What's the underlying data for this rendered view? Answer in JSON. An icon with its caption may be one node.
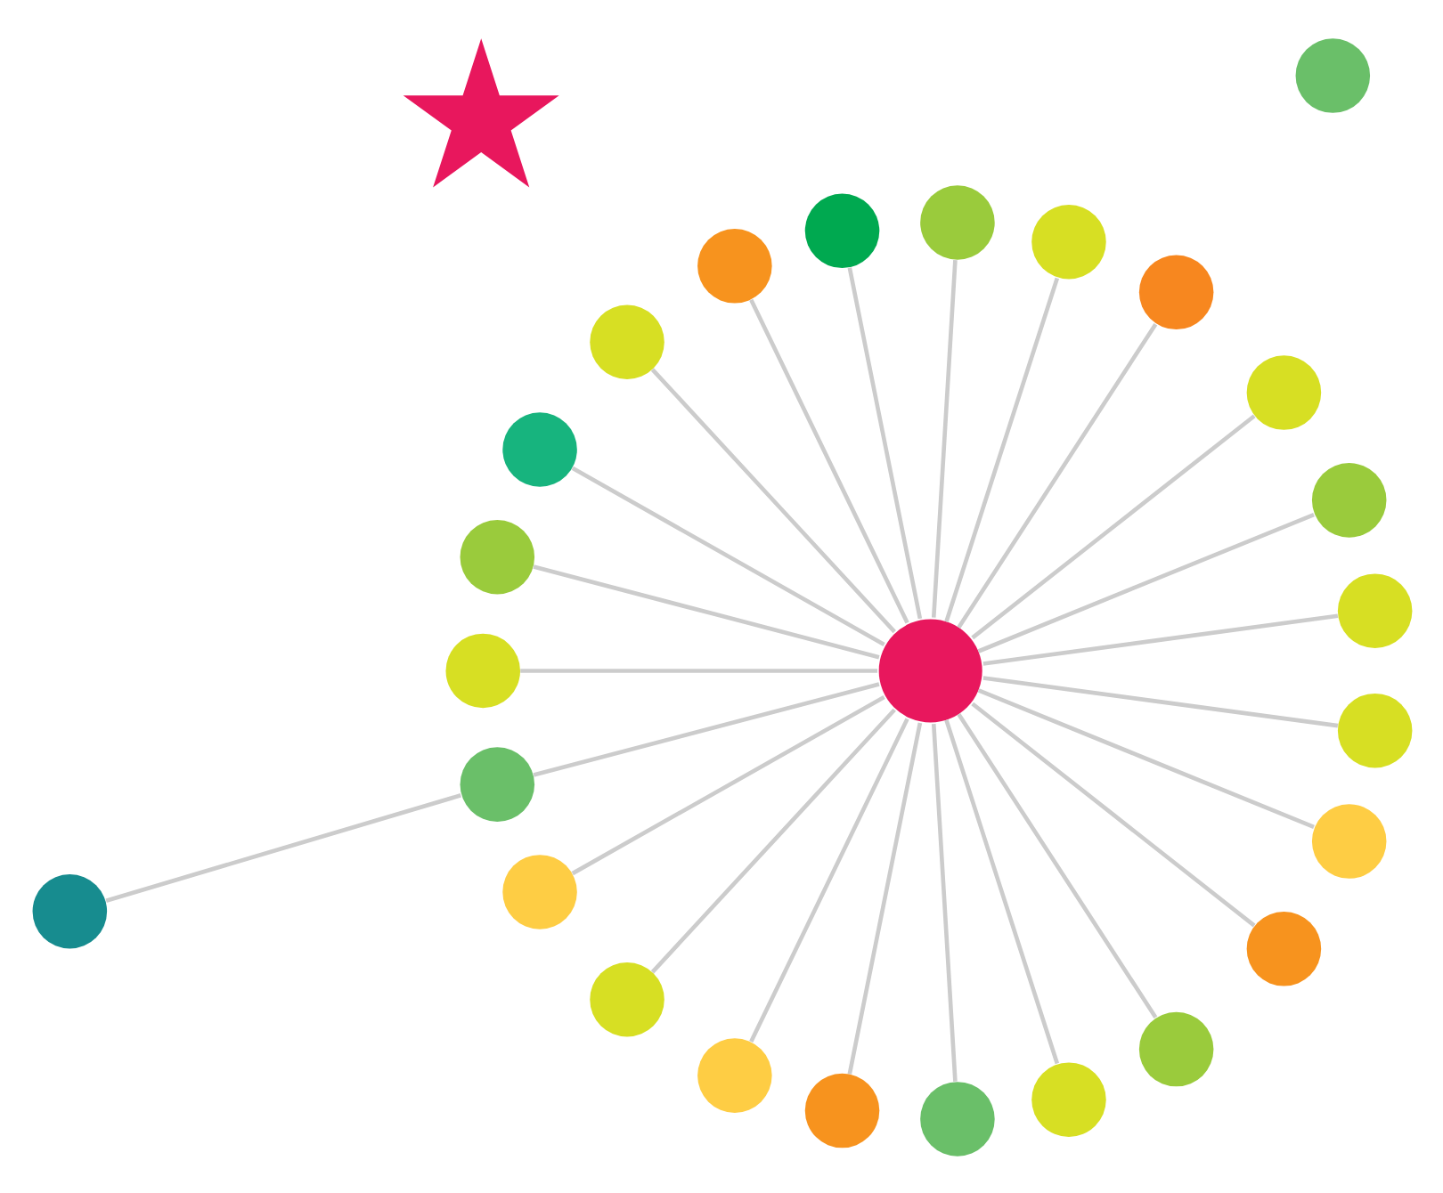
{
  "diagram": {
    "nodes": [
      {
        "text": [],
        "shape": "circle"
      },
      {
        "text": [],
        "shape": "circle"
      },
      {
        "text": [],
        "shape": "circle"
      },
      {
        "text": [],
        "shape": "circle"
      },
      {
        "text": [],
        "shape": "circle"
      },
      {
        "text": [],
        "shape": "star"
      },
      {
        "text": [],
        "shape": "circle"
      },
      {
        "text": [],
        "shape": "circle"
      },
      {
        "text": [],
        "shape": "circle"
      },
      {
        "text": [],
        "shape": "circle"
      },
      {
        "text": [],
        "shape": "circle"
      },
      {
        "text": [],
        "shape": "circle"
      },
      {
        "text": [],
        "shape": "circle"
      },
      {
        "text": [],
        "shape": "circle"
      },
      {
        "text": [],
        "shape": "circle"
      },
      {
        "text": [],
        "shape": "circle"
      },
      {
        "text": [],
        "shape": "circle"
      },
      {
        "text": [],
        "shape": "circle"
      },
      {
        "text": [],
        "shape": "circle"
      },
      {
        "text": [],
        "shape": "circle"
      },
      {
        "text": [],
        "shape": "circle"
      },
      {
        "text": [],
        "shape": "circle"
      },
      {
        "text": [],
        "shape": "circle"
      },
      {
        "text": [],
        "shape": "circle"
      },
      {
        "text": [],
        "shape": "circle"
      },
      {
        "text": [],
        "shape": "circle"
      },
      {
        "text": [],
        "shape": "circle"
      }
    ],
    "edges": [
      {
        "from": 15,
        "to": 0,
        "arrow": "none"
      },
      {
        "from": 15,
        "to": 1,
        "arrow": "none"
      },
      {
        "from": 15,
        "to": 2,
        "arrow": "none"
      },
      {
        "from": 15,
        "to": 3,
        "arrow": "none"
      },
      {
        "from": 15,
        "to": 4,
        "arrow": "none"
      },
      {
        "from": 15,
        "to": 6,
        "arrow": "none"
      },
      {
        "from": 15,
        "to": 7,
        "arrow": "none"
      },
      {
        "from": 15,
        "to": 8,
        "arrow": "none"
      },
      {
        "from": 15,
        "to": 9,
        "arrow": "none"
      },
      {
        "from": 15,
        "to": 10,
        "arrow": "none"
      },
      {
        "from": 15,
        "to": 11,
        "arrow": "none"
      },
      {
        "from": 15,
        "to": 12,
        "arrow": "none"
      },
      {
        "from": 15,
        "to": 14,
        "arrow": "none"
      },
      {
        "from": 14,
        "to": 13,
        "arrow": "none"
      },
      {
        "from": 15,
        "to": 16,
        "arrow": "none"
      },
      {
        "from": 15,
        "to": 17,
        "arrow": "none"
      },
      {
        "from": 15,
        "to": 18,
        "arrow": "none"
      },
      {
        "from": 15,
        "to": 19,
        "arrow": "none"
      },
      {
        "from": 15,
        "to": 20,
        "arrow": "none"
      },
      {
        "from": 15,
        "to": 21,
        "arrow": "none"
      },
      {
        "from": 15,
        "to": 22,
        "arrow": "none"
      },
      {
        "from": 15,
        "to": 23,
        "arrow": "none"
      },
      {
        "from": 15,
        "to": 24,
        "arrow": "none"
      },
      {
        "from": 15,
        "to": 25,
        "arrow": "none"
      }
    ]
  }
}
